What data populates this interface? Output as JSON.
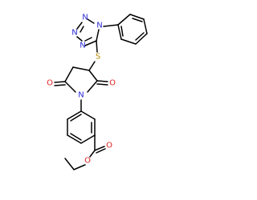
{
  "colors": {
    "bond": "#000000",
    "background": "#ffffff",
    "nitrogen": "#2a2ad6",
    "oxygen": "#e02020",
    "sulfur": "#b08a00"
  },
  "atoms": {
    "tetrazole_n1": "N",
    "tetrazole_n2": "N",
    "tetrazole_n3": "N",
    "tetrazole_n4": "N",
    "thioether_s": "S",
    "imide_n": "N",
    "imide_o_left": "O",
    "imide_o_right": "O",
    "ester_o_carbonyl": "O",
    "ester_o_ether": "O"
  }
}
